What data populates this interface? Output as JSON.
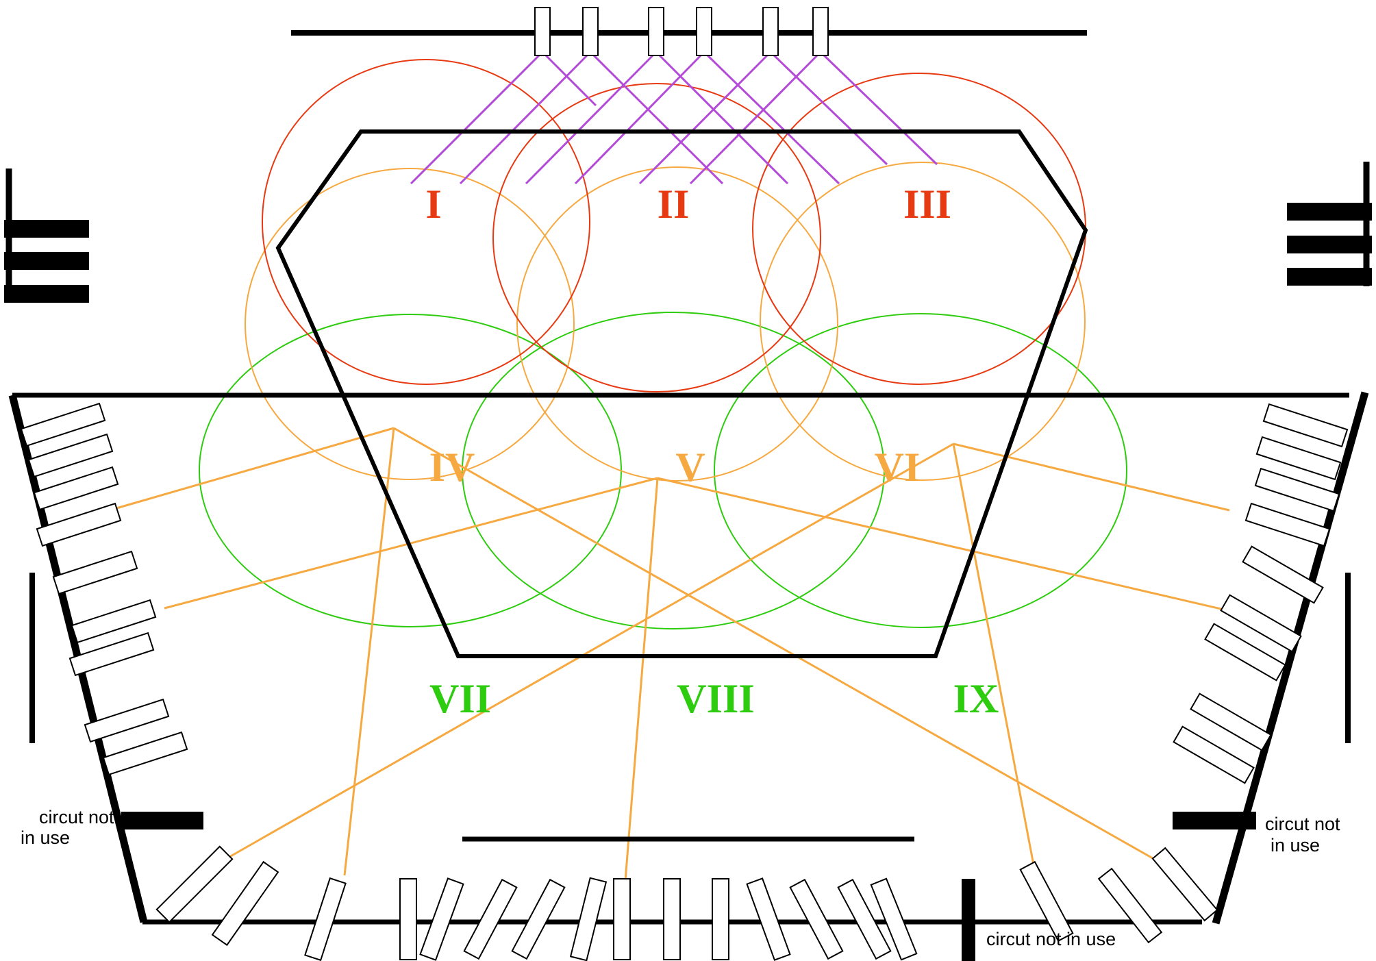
{
  "colors": {
    "outline": "#000000",
    "top_row_circles": "#e83a12",
    "middle_row_circles": "#f7a941",
    "bottom_row_circles": "#2ecc0f",
    "top_row_labels": "#e83a12",
    "middle_row_labels": "#f7a941",
    "bottom_row_labels": "#2ecc0f",
    "fixture_wiring_top": "#b44bd8",
    "fixture_wiring_lower": "#f7a941",
    "fixture_fill": "#ffffff"
  },
  "zones": {
    "top": [
      "I",
      "II",
      "III"
    ],
    "middle": [
      "IV",
      "V",
      "VI"
    ],
    "bottom": [
      "VII",
      "VIII",
      "IX"
    ]
  },
  "notes": {
    "left_first": "circut not",
    "left_second": "in use",
    "right_first": "circut not",
    "right_second": "in use",
    "bottom": "circut not in use"
  }
}
